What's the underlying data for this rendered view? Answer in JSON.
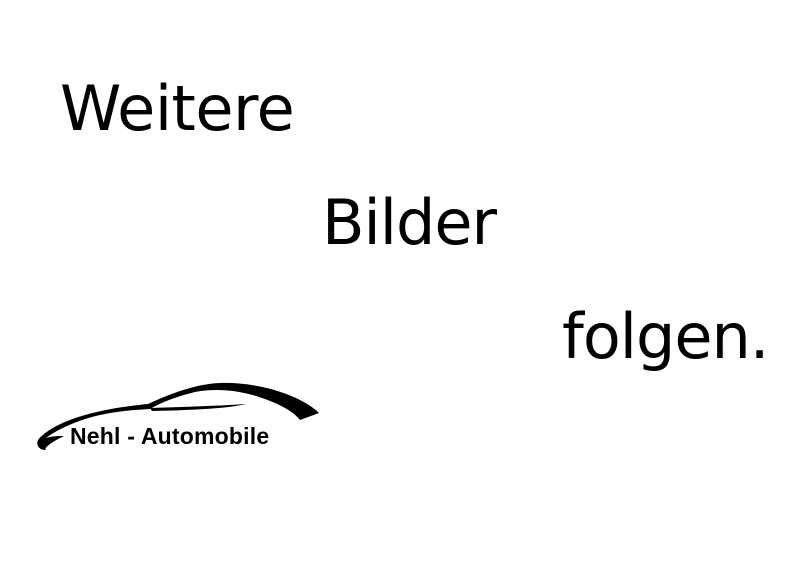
{
  "message": {
    "line1": "Weitere",
    "line2": "Bilder",
    "line3": "folgen."
  },
  "logo": {
    "brand_name": "Nehl - Automobile",
    "icon": "car-silhouette-icon"
  },
  "colors": {
    "background": "#ffffff",
    "text": "#000000"
  }
}
